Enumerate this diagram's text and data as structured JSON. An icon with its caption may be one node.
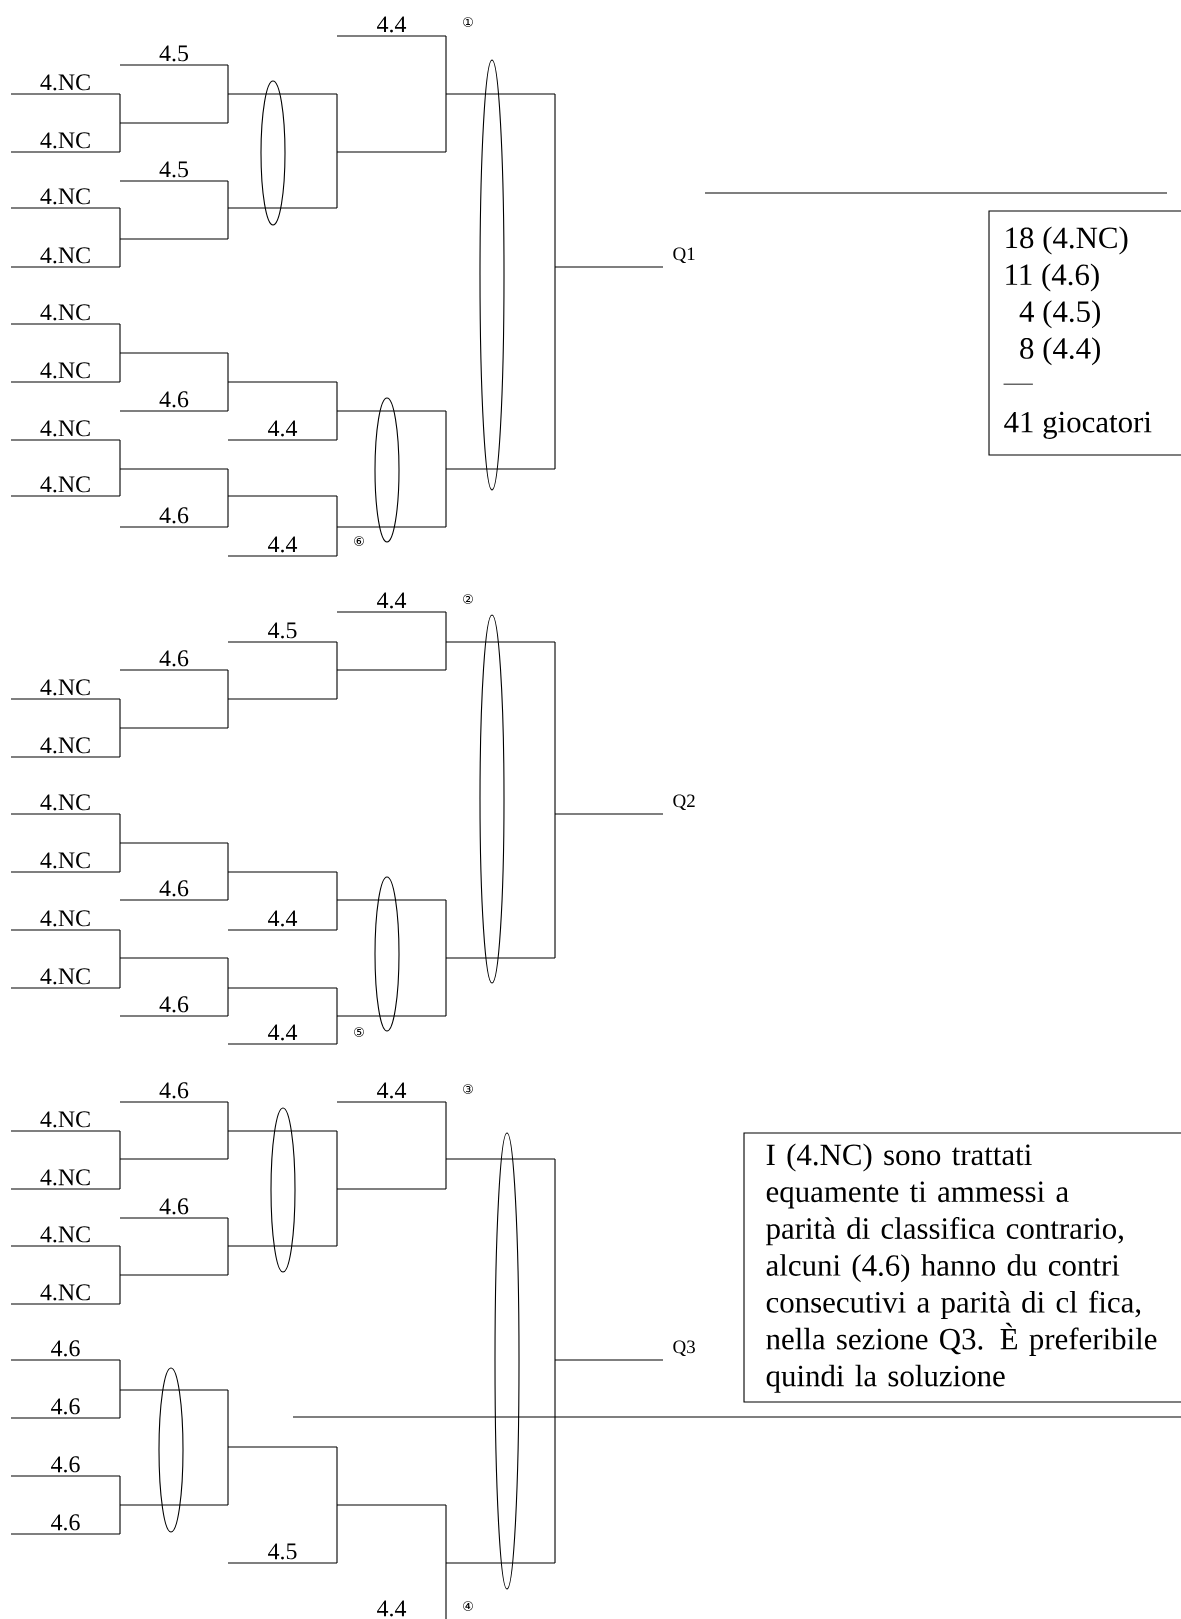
{
  "diagram": {
    "nodes": [
      {
        "text": [
          "18 (4.NC)",
          "11 (4.6)",
          "4 (4.5)",
          "8 (4.4)",
          "41 giocatori"
        ]
      },
      {
        "text": [
          "I (4.NC) sono trattati equamente ti ammessi a parità di classifica contrario, alcuni (4.6) hanno du contri consecutivi a parità di cl fica, nella sezione Q3. È preferibile quindi la soluzione"
        ]
      }
    ],
    "labels": [
      "①",
      "4.4",
      "4.5",
      "4.NC",
      "4.NC",
      "4.5",
      "4.NC",
      "4.NC",
      "Q1",
      "4.NC",
      "4.NC",
      "4.6",
      "4.NC",
      "4.4",
      "4.NC",
      "4.6",
      "4.4",
      "⑥",
      "②",
      "4.4",
      "4.5",
      "4.6",
      "4.NC",
      "4.NC",
      "4.NC",
      "Q2",
      "4.NC",
      "4.6",
      "4.NC",
      "4.4",
      "4.NC",
      "4.6",
      "4.4",
      "⑤",
      "③",
      "4.6",
      "4.4",
      "4.NC",
      "4.NC",
      "4.6",
      "4.NC",
      "4.NC",
      "4.6",
      "Q3",
      "4.6",
      "4.6",
      "4.6",
      "4.5",
      "4.4",
      "④"
    ]
  }
}
